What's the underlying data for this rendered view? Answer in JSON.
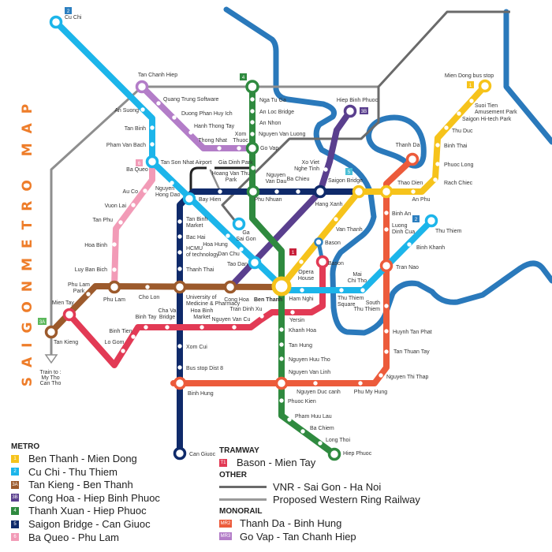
{
  "title": "SAIGONMETRO MAP",
  "colors": {
    "line1": "#f6c31b",
    "line2": "#1cb5ea",
    "line3a": "#9c5a2c",
    "line3b": "#5a3f8e",
    "line4": "#2f8a3f",
    "line5": "#0f2a6a",
    "line6": "#f29bb7",
    "mr2": "#ec5b3b",
    "mr3": "#b37dc8",
    "t1": "#e23a55",
    "river": "#2a79bb",
    "vnr": "#6a6a6a",
    "ring": "#8e8e8e",
    "title": "#ee7d2a",
    "bason_link": "#2c7fc0"
  },
  "badges": [
    "2",
    "4",
    "3B",
    "5",
    "1",
    "1",
    "2",
    "3A",
    "6"
  ],
  "stations": [
    "Cu Chi",
    "An Suong",
    "Tan Binh",
    "Pham Van Bach",
    "Ba Queo",
    [
      "Nguyen",
      "Hong Dao"
    ],
    "Bay Hien",
    "Hoa Hung",
    "Dan Chu",
    "Tao Dan",
    "Ben Thanh",
    "Ham Nghi",
    [
      "Thu Thiem",
      "Square"
    ],
    [
      "Mai",
      "Chi Tho"
    ],
    "Tran Nao",
    "Binh Khanh",
    "Thu Thiem",
    "Tan Kieng",
    "Mien Tay",
    [
      "Phu Lam",
      "Park"
    ],
    "Phu Lam",
    "Cho Lon",
    [
      "University of",
      "Medicine & Pharmacy"
    ],
    "Cong Hoa",
    "Au Co",
    "Vuon Lai",
    "Tan Phu",
    "Hoa Binh",
    "Luy Ban Bich",
    "Nga Tu Ga",
    "An Loc Bridge",
    "An Nhon",
    "Nguyen Van Luong",
    "Go Vap",
    "Gia Dinh Park",
    "Phu Nhuan",
    "Khanh Hoa",
    "Tan Hung",
    "Nguyen Huu Tho",
    "Nguyen Van Linh",
    "Phuoc Kien",
    "Pham Huu Lau",
    "Ba Chiem",
    "Long Thoi",
    "Hiep Phuoc",
    [
      "Hoang Van Thu",
      "Park"
    ],
    [
      "Nguyen",
      "Van Dau"
    ],
    "Ba Chieu",
    "Hang Xanh",
    "Saigon Bridge",
    [
      "Tan Binh",
      "Market"
    ],
    "Bac Hai",
    [
      "HCMU",
      "of technology"
    ],
    "Thanh Thai",
    "Xom Cui",
    "Bus stop Dist 8",
    "Binh Hung",
    "Can Giuoc",
    [
      "Opera",
      "House"
    ],
    "Van Thanh",
    "Thao Dien",
    "An Phu",
    "Rach Chiec",
    "Phuoc Long",
    "Binh Thai",
    "Thu Duc",
    "Saigon Hi-tech Park",
    [
      "Suoi Tien",
      "Amusement Park"
    ],
    "Mien Dong bus stop",
    [
      "Xo Viet",
      "Nghe Tinh"
    ],
    "Hiep Binh Phuoc",
    "Thanh Da",
    "Binh An",
    [
      "Luong",
      "Dinh Cua"
    ],
    [
      "South",
      "Thu Thiem"
    ],
    "Huynh Tan Phat",
    "Tan Thuan Tay",
    "Nguyen Thi Thap",
    "Phu My Hung",
    "Nguyen Duc canh",
    "Tan Chanh Hiep",
    "Quang Trung Software",
    "Duong Phan Huy Ich",
    "Hanh Thong Tay",
    "Thong Nhat",
    [
      "Xom",
      "Thuoc"
    ],
    "Bason",
    "Bason",
    "Yersin",
    "Tran Dinh Xu",
    "Nguyen Van Cu",
    [
      "Hoa Binh",
      "Market"
    ],
    [
      "Cha Va",
      "Bridge"
    ],
    "Binh Tay",
    "Binh Tien",
    "Lo Gom",
    [
      "Ga",
      "Sai Gon"
    ]
  ],
  "extra_labels": {
    "airport": "Tan Son Nhat Airport",
    "train_to": [
      "Train to :",
      "My Tho",
      "Can Tho"
    ]
  },
  "legend": {
    "metro_title": "METRO",
    "metro": [
      {
        "code": "1",
        "label": "Ben Thanh - Mien Dong",
        "color": "#f6c31b"
      },
      {
        "code": "2",
        "label": "Cu Chi - Thu Thiem",
        "color": "#1cb5ea"
      },
      {
        "code": "3A",
        "label": "Tan Kieng - Ben Thanh",
        "color": "#9c5a2c"
      },
      {
        "code": "3B",
        "label": "Cong Hoa - Hiep Binh Phuoc",
        "color": "#5a3f8e"
      },
      {
        "code": "4",
        "label": "Thanh Xuan - Hiep Phuoc",
        "color": "#2f8a3f"
      },
      {
        "code": "5",
        "label": "Saigon Bridge - Can Giuoc",
        "color": "#0f2a6a"
      },
      {
        "code": "6",
        "label": "Ba Queo - Phu Lam",
        "color": "#f29bb7"
      }
    ],
    "tramway_title": "TRAMWAY",
    "tramway": [
      {
        "code": "T1",
        "label": "Bason - Mien Tay",
        "color": "#e23a55"
      }
    ],
    "other_title": "OTHER",
    "other": [
      {
        "label": "VNR - Sai Gon - Ha Noi",
        "color": "#6a6a6a"
      },
      {
        "label": "Proposed Western Ring Railway",
        "color": "#9a9a9a"
      }
    ],
    "monorail_title": "MONORAIL",
    "monorail": [
      {
        "code": "MR2",
        "label": "Thanh Da - Binh Hung",
        "color": "#ec5b3b"
      },
      {
        "code": "MR3",
        "label": "Go Vap - Tan Chanh Hiep",
        "color": "#b37dc8"
      }
    ]
  }
}
